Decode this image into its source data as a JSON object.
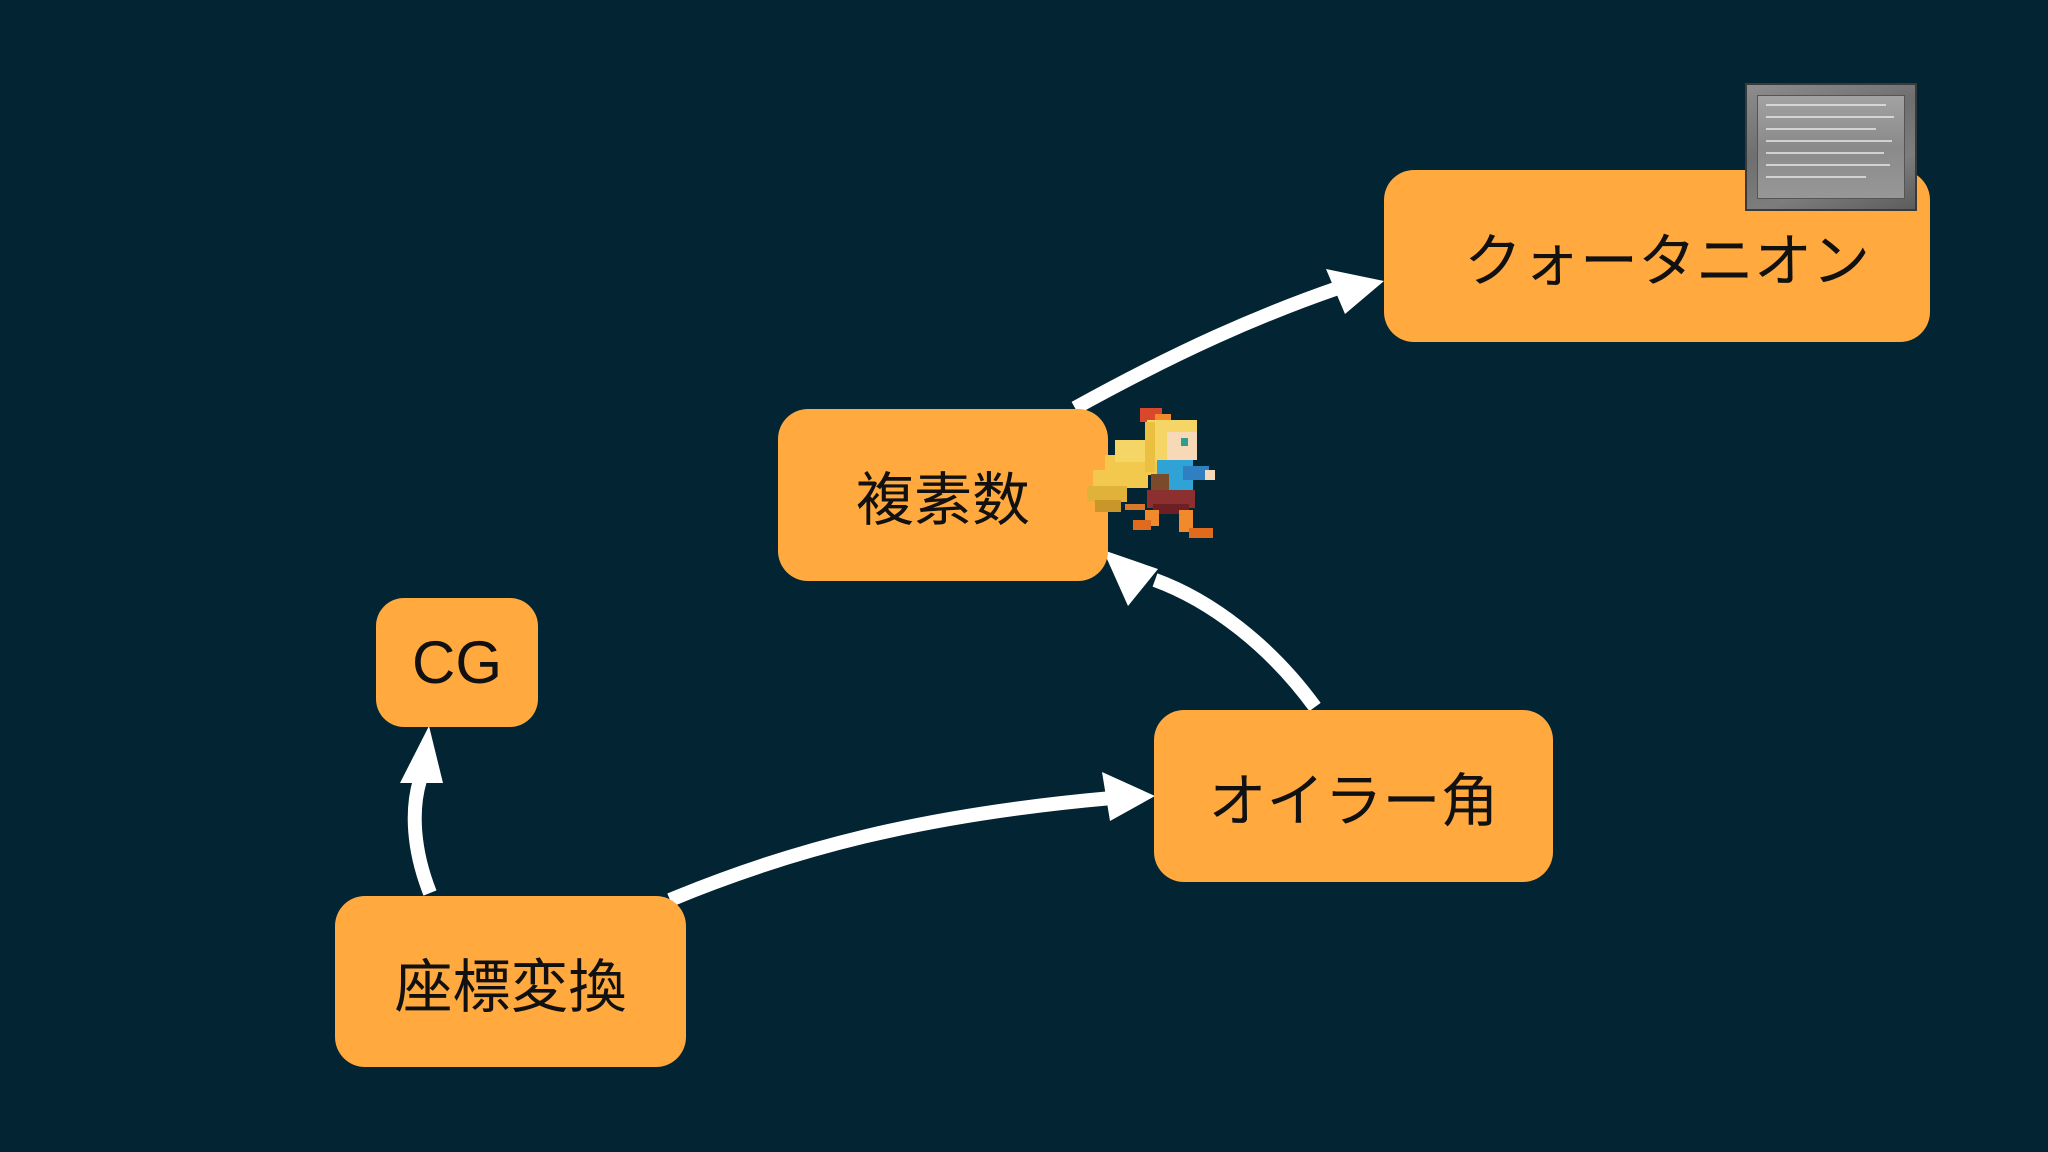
{
  "diagram": {
    "background": "#022433",
    "node_color": "#FFA93E",
    "arrow_color": "#FFFFFF",
    "nodes": {
      "coordinate_transform": "座標変換",
      "cg": "CG",
      "euler_angles": "オイラー角",
      "complex_numbers": "複素数",
      "quaternion": "クォータニオン"
    },
    "edges": [
      {
        "from": "座標変換",
        "to": "CG"
      },
      {
        "from": "座標変換",
        "to": "オイラー角"
      },
      {
        "from": "オイラー角",
        "to": "複素数"
      },
      {
        "from": "複素数",
        "to": "クォータニオン"
      }
    ]
  },
  "decorations": {
    "sprite_icon": "pixel-art-running-girl",
    "plaque_icon": "stone-plaque"
  }
}
